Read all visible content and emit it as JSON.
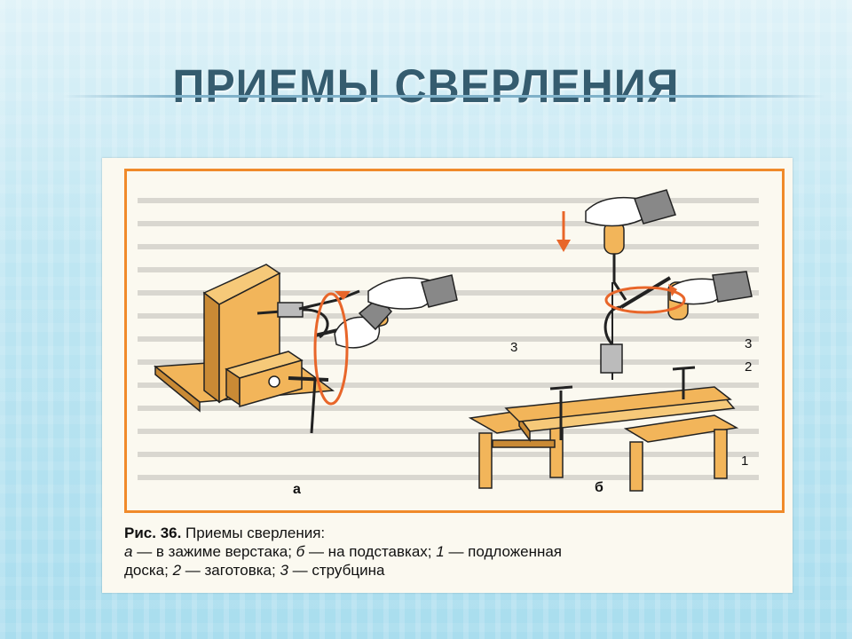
{
  "title": "ПРИЕМЫ СВЕРЛЕНИЯ",
  "figure": {
    "label_a": "а",
    "label_b": "б",
    "num_3_left": "3",
    "num_3_right": "3",
    "num_2": "2",
    "num_1": "1"
  },
  "caption": {
    "fig_ref": "Рис. 36.",
    "fig_title": " Приемы сверления:",
    "a_letter": "а",
    "a_text": " — в зажиме верстака; ",
    "b_letter": "б",
    "b_text": " — на подставках; ",
    "n1": "1",
    "n1_text": " — подложенная",
    "line3_start": "доска; ",
    "n2": "2",
    "n2_text": " — заготовка; ",
    "n3": "3",
    "n3_text": " — струбцина"
  },
  "colors": {
    "frame": "#f08a2a",
    "wood": "#f2b55a",
    "wood_dark": "#c98a35",
    "arrow": "#e8662a",
    "glove": "#777777"
  }
}
